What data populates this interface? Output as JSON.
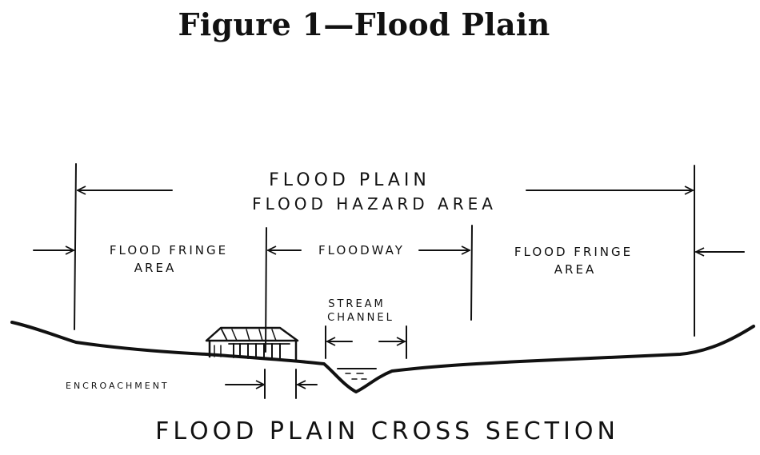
{
  "figure": {
    "title": "Figure 1—Flood Plain"
  },
  "labels": {
    "flood_plain": "FLOOD PLAIN",
    "flood_hazard_area": "FLOOD HAZARD AREA",
    "fringe_left_line1": "FLOOD FRINGE",
    "fringe_left_line2": "AREA",
    "floodway": "FLOODWAY",
    "fringe_right_line1": "FLOOD FRINGE",
    "fringe_right_line2": "AREA",
    "stream_line1": "STREAM",
    "stream_line2": "CHANNEL",
    "encroachment": "ENCROACHMENT",
    "cross_section_caption": "FLOOD PLAIN CROSS SECTION"
  },
  "icons": {
    "house": "house-icon"
  },
  "colors": {
    "ink": "#111111",
    "background": "#ffffff"
  }
}
